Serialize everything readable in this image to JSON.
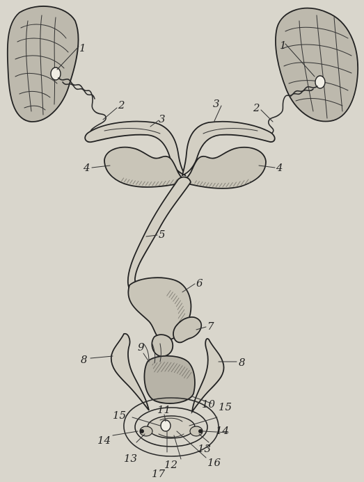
{
  "figure": {
    "labels": {
      "l1a": "1",
      "l1b": "1",
      "l2a": "2",
      "l2b": "2",
      "l3a": "3",
      "l3b": "3",
      "l4a": "4",
      "l4b": "4",
      "l5": "5",
      "l6": "6",
      "l7": "7",
      "l8a": "8",
      "l8b": "8",
      "l9": "9",
      "l10": "10",
      "l11": "11",
      "l12": "12",
      "l13a": "13",
      "l13b": "13",
      "l14a": "14",
      "l14b": "14",
      "l15a": "15",
      "l15b": "15",
      "l16": "16",
      "l17": "17"
    }
  },
  "colors": {
    "paper": "#d9d6cc",
    "ink": "#222222",
    "organ_fill": "#cfcbbf",
    "shade": "#6d6a62"
  }
}
